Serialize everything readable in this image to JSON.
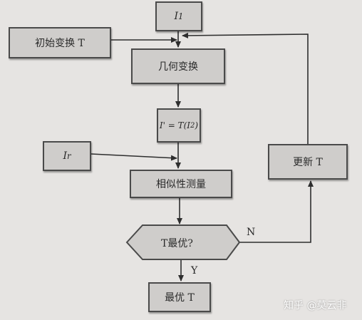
{
  "diagram": {
    "nodes": {
      "i1": {
        "label": "I",
        "sub": "1"
      },
      "init_transform": {
        "label": "初始变换 T"
      },
      "geometric_transform": {
        "label": "几何变换"
      },
      "transformed_image": {
        "label": "I' = T(I",
        "sub": "2",
        "suffix": ")"
      },
      "i2": {
        "label": "I",
        "sub": "r"
      },
      "similarity_measure": {
        "label": "相似性测量"
      },
      "decision": {
        "label": "T最优?"
      },
      "update_t": {
        "label": "更新 T"
      },
      "optimal_t": {
        "label": "最优 T"
      }
    },
    "edge_labels": {
      "no": "N",
      "yes": "Y"
    }
  },
  "watermark": {
    "text": "知乎 @莫云非"
  }
}
